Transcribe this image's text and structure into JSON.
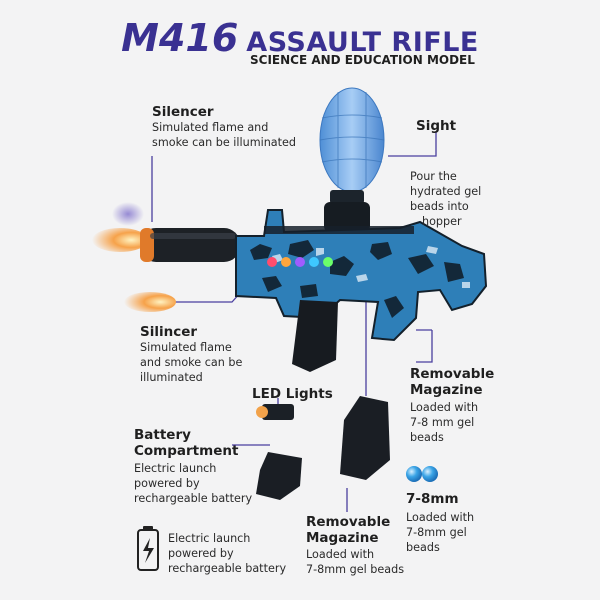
{
  "title": {
    "model": "M416",
    "name": "ASSAULT RIFLE"
  },
  "subtitle": "SCIENCE AND EDUCATION MODEL",
  "callouts": {
    "silencer_top": {
      "heading": "Silencer",
      "lines": [
        "Simulated flame and",
        "smoke can be illuminated"
      ]
    },
    "sight": {
      "heading": "Sight",
      "lines": [
        "Pour the",
        "hydrated gel",
        "beads into",
        "hopper"
      ]
    },
    "silincer": {
      "heading": "Silincer",
      "lines": [
        "Simulated flame",
        "and smoke can be",
        "illuminated"
      ]
    },
    "led": {
      "heading": "LED Lights"
    },
    "magazine_right": {
      "heading": [
        "Removable",
        "Magazine"
      ],
      "lines": [
        "Loaded with",
        "7-8 mm gel",
        "beads"
      ]
    },
    "battery": {
      "heading": [
        "Battery",
        "Compartment"
      ],
      "lines": [
        "Electric launch",
        "powered by",
        "rechargeable battery"
      ]
    },
    "beads": {
      "heading": "7-8mm",
      "lines": [
        "Loaded with",
        "7-8mm gel",
        "beads"
      ]
    },
    "magazine_bottom": {
      "heading": [
        "Removable",
        "Magazine"
      ],
      "lines": [
        "Loaded with",
        "7-8mm gel beads"
      ]
    },
    "battery_icon_note": {
      "lines": [
        "Electric launch",
        "powered by",
        "rechargeable battery"
      ]
    }
  },
  "colors": {
    "title": "#3a3192",
    "leader": "#4a3f9f",
    "gun_blue": "#2e7fb8",
    "gun_dark": "#16202a",
    "hopper": "#6fa9e6",
    "flame": "#f2a24a"
  },
  "icons": [
    "battery-icon",
    "gel-bead-icon"
  ]
}
